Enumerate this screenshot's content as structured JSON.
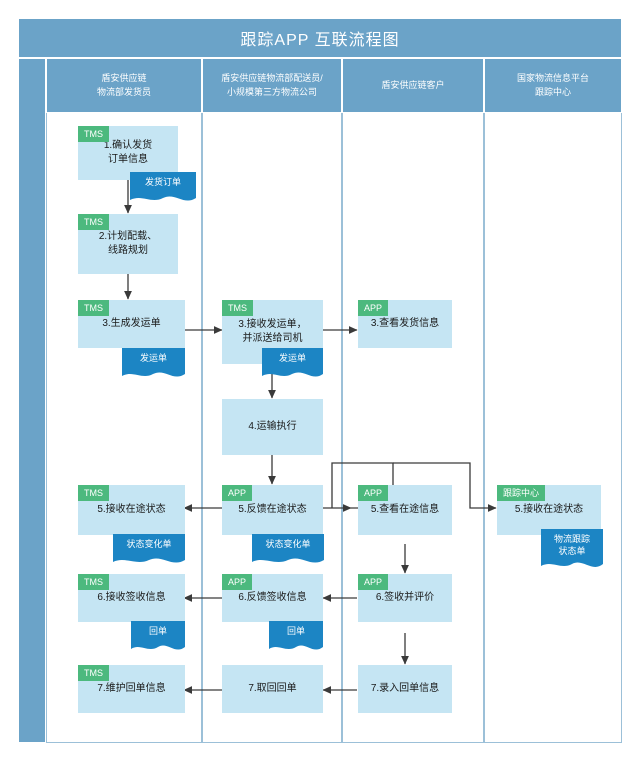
{
  "header": {
    "title": "跟踪APP 互联流程图"
  },
  "lanes": [
    {
      "id": "lane-spacer",
      "label": ""
    },
    {
      "id": "lane-shipper",
      "label": "盾安供应链\n物流部发货员",
      "line1": "盾安供应链",
      "line2": "物流部发货员"
    },
    {
      "id": "lane-carrier",
      "label": "盾安供应链物流部配送员/\n小规模第三方物流公司",
      "line1": "盾安供应链物流部配送员/",
      "line2": "小规模第三方物流公司"
    },
    {
      "id": "lane-customer",
      "label": "盾安供应链客户",
      "line1": "盾安供应链客户",
      "line2": ""
    },
    {
      "id": "lane-tracking",
      "label": "国家物流信息平台\n跟踪中心",
      "line1": "国家物流信息平台",
      "line2": "跟踪中心"
    }
  ],
  "nodes": [
    {
      "id": "n1",
      "badge": "TMS",
      "line1": "1.确认发货",
      "line2": "订单信息"
    },
    {
      "id": "n2",
      "badge": "TMS",
      "line1": "2.计划配载、",
      "line2": "线路规划"
    },
    {
      "id": "n3a",
      "badge": "TMS",
      "line1": "3.生成发运单",
      "line2": ""
    },
    {
      "id": "n3b",
      "badge": "TMS",
      "line1": "3.接收发运单，",
      "line2": "并派送给司机"
    },
    {
      "id": "n3c",
      "badge": "APP",
      "line1": "3.查看发货信息",
      "line2": ""
    },
    {
      "id": "n4",
      "badge": "",
      "line1": "4.运输执行",
      "line2": ""
    },
    {
      "id": "n5a",
      "badge": "TMS",
      "line1": "5.接收在途状态",
      "line2": ""
    },
    {
      "id": "n5b",
      "badge": "APP",
      "line1": "5.反馈在途状态",
      "line2": ""
    },
    {
      "id": "n5c",
      "badge": "APP",
      "line1": "5.查看在途信息",
      "line2": ""
    },
    {
      "id": "n5d",
      "badge": "跟踪中心",
      "line1": "5.接收在途状态",
      "line2": ""
    },
    {
      "id": "n6a",
      "badge": "TMS",
      "line1": "6.接收签收信息",
      "line2": ""
    },
    {
      "id": "n6b",
      "badge": "APP",
      "line1": "6.反馈签收信息",
      "line2": ""
    },
    {
      "id": "n6c",
      "badge": "APP",
      "line1": "6.签收并评价",
      "line2": ""
    },
    {
      "id": "n7a",
      "badge": "TMS",
      "line1": "7.维护回单信息",
      "line2": ""
    },
    {
      "id": "n7b",
      "badge": "",
      "line1": "7.取回回单",
      "line2": ""
    },
    {
      "id": "n7c",
      "badge": "",
      "line1": "7.录入回单信息",
      "line2": ""
    }
  ],
  "documents": [
    {
      "id": "d1",
      "line1": "发货订单",
      "line2": ""
    },
    {
      "id": "d2",
      "line1": "发运单",
      "line2": ""
    },
    {
      "id": "d3",
      "line1": "发运单",
      "line2": ""
    },
    {
      "id": "d4",
      "line1": "状态变化单",
      "line2": ""
    },
    {
      "id": "d5",
      "line1": "状态变化单",
      "line2": ""
    },
    {
      "id": "d6",
      "line1": "物流跟踪",
      "line2": "状态单"
    },
    {
      "id": "d7",
      "line1": "回单",
      "line2": ""
    },
    {
      "id": "d8",
      "line1": "回单",
      "line2": ""
    }
  ],
  "colors": {
    "lane_header": "#6ba3c8",
    "node_fill": "#c5e5f3",
    "badge_green": "#4cb97e",
    "document_blue": "#1c85c4",
    "connector": "#3a3a3a",
    "lane_border": "#9cc0d8",
    "page_background": "#ffffff"
  }
}
